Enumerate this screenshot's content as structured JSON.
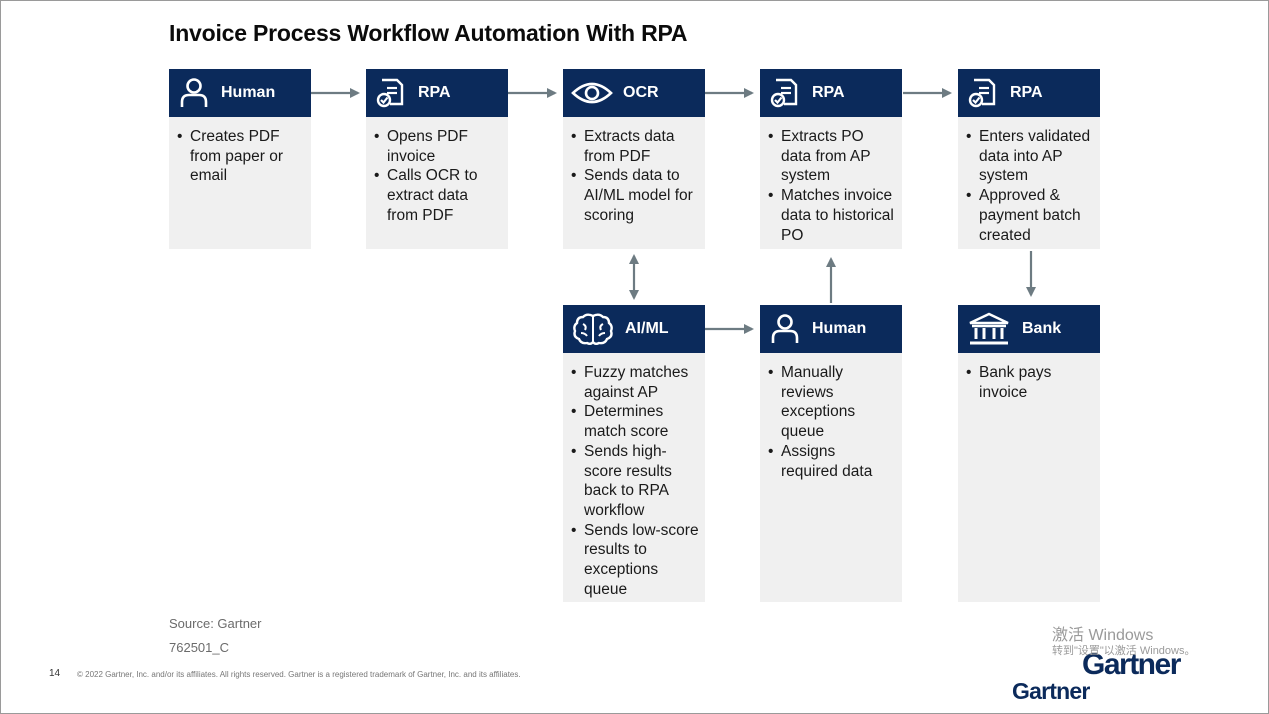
{
  "title": "Invoice Process Workflow Automation With RPA",
  "cards": [
    {
      "id": "c1",
      "icon": "person-icon",
      "label": "Human",
      "items": [
        "Creates PDF from paper or email"
      ]
    },
    {
      "id": "c2",
      "icon": "document-check-icon",
      "label": "RPA",
      "items": [
        "Opens PDF invoice",
        "Calls OCR to extract data from PDF"
      ]
    },
    {
      "id": "c3",
      "icon": "eye-icon",
      "label": "OCR",
      "items": [
        "Extracts data from PDF",
        "Sends data to AI/ML model for scoring"
      ]
    },
    {
      "id": "c4",
      "icon": "document-check-icon",
      "label": "RPA",
      "items": [
        "Extracts PO data from AP system",
        "Matches invoice data to historical PO"
      ]
    },
    {
      "id": "c5",
      "icon": "document-check-icon",
      "label": "RPA",
      "items": [
        "Enters validated data into AP system",
        "Approved & payment batch created"
      ]
    },
    {
      "id": "c6",
      "icon": "brain-icon",
      "label": "AI/ML",
      "items": [
        "Fuzzy matches against AP",
        "Determines match score",
        "Sends high-score results back to RPA workflow",
        "Sends low-score results to exceptions queue"
      ]
    },
    {
      "id": "c7",
      "icon": "person-icon",
      "label": "Human",
      "items": [
        "Manually reviews exceptions queue",
        "Assigns required data"
      ]
    },
    {
      "id": "c8",
      "icon": "bank-icon",
      "label": "Bank",
      "items": [
        "Bank pays invoice"
      ]
    }
  ],
  "footer": {
    "source": "Source: Gartner",
    "doc_id": "762501_C",
    "page_number": "14",
    "copyright": "© 2022 Gartner, Inc. and/or its affiliates. All rights reserved. Gartner is a registered trademark of Gartner, Inc. and its affiliates."
  },
  "watermark": {
    "line1": "激活 Windows",
    "line2": "转到\"设置\"以激活 Windows。"
  },
  "logo_text": "Gartner",
  "colors": {
    "header": "#0b2a5b",
    "body": "#f0f0f0",
    "arrow": "#6d7b82"
  }
}
